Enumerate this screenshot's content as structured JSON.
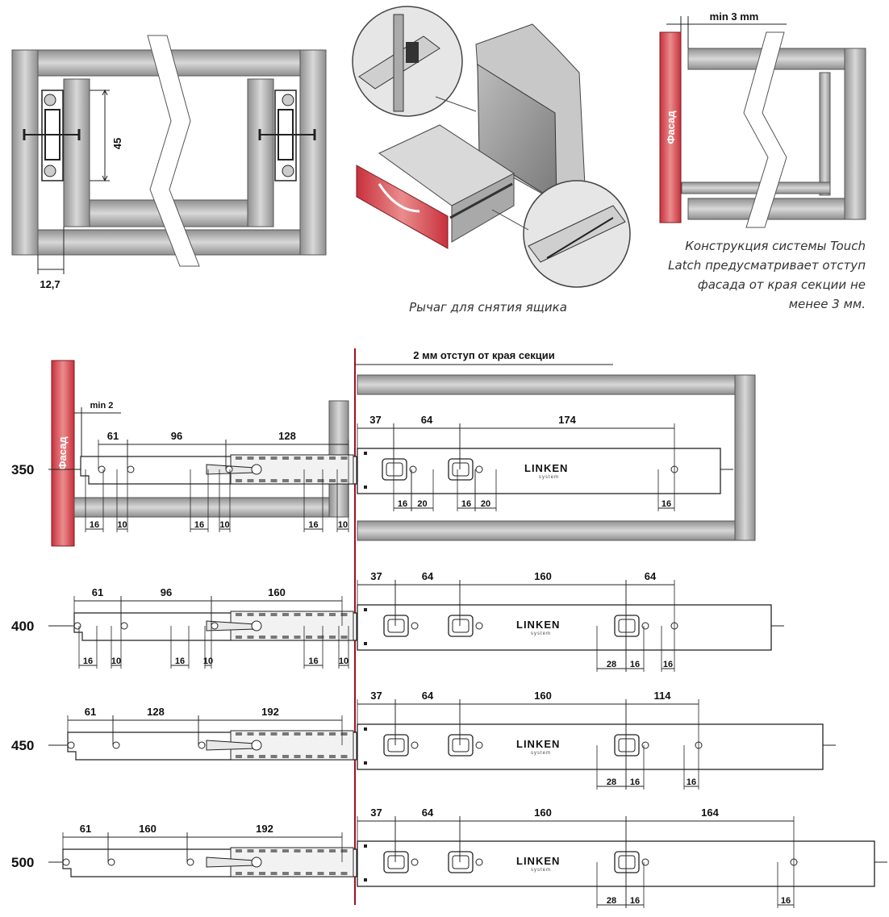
{
  "top_left": {
    "dim_height": "45",
    "dim_offset": "12,7"
  },
  "top_center": {
    "caption": "Рычаг для снятия ящика"
  },
  "top_right": {
    "dim_min": "min 3 mm",
    "facade_label": "Фасад",
    "caption_lines": [
      "Конструкция  системы Touch",
      "Latch предусматривает отступ",
      "фасада от края секции не",
      "менее 3 мм."
    ]
  },
  "header_note": "2 мм отступ от края секции",
  "facade_label": "Фасад",
  "min_label": "min 2",
  "logo": {
    "brand": "LINKEN",
    "sub": "system"
  },
  "rows": [
    {
      "size": "350",
      "drawer_dims": [
        "61",
        "96",
        "128"
      ],
      "drawer_small": [
        "16",
        "10",
        "16",
        "10",
        "16",
        "10"
      ],
      "rail_dims": [
        "37",
        "64",
        "174"
      ],
      "rail_small": [
        "16",
        "20",
        "16",
        "20",
        "16"
      ]
    },
    {
      "size": "400",
      "drawer_dims": [
        "61",
        "96",
        "160"
      ],
      "drawer_small": [
        "16",
        "10",
        "16",
        "10",
        "16",
        "10"
      ],
      "rail_dims": [
        "37",
        "64",
        "160",
        "64"
      ],
      "rail_small": [
        "28",
        "16",
        "16"
      ]
    },
    {
      "size": "450",
      "drawer_dims": [
        "61",
        "128",
        "192"
      ],
      "drawer_small": [],
      "rail_dims": [
        "37",
        "64",
        "160",
        "114"
      ],
      "rail_small": [
        "28",
        "16",
        "16"
      ]
    },
    {
      "size": "500",
      "drawer_dims": [
        "61",
        "160",
        "192"
      ],
      "drawer_small": [],
      "rail_dims": [
        "37",
        "64",
        "160",
        "164"
      ],
      "rail_small": [
        "28",
        "16",
        "16"
      ]
    }
  ]
}
